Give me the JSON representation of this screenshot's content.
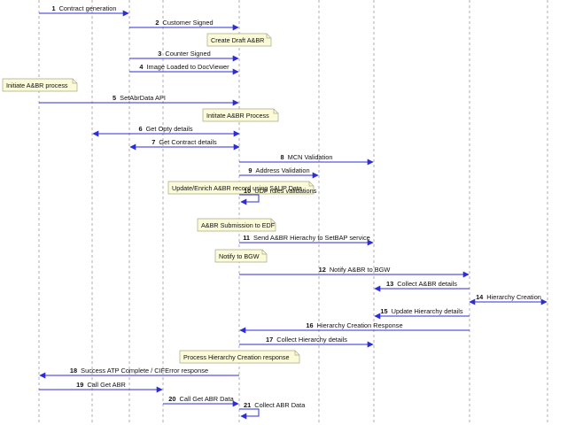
{
  "diagram": {
    "colors": {
      "lifeline": "#9a9a9a",
      "arrow": "#2d2dd8",
      "note_fill": "#fbfbd9",
      "note_border": "#a8a886",
      "text": "#111111"
    },
    "messages": [
      {
        "num": "1",
        "text": "Contract generation"
      },
      {
        "num": "2",
        "text": "Customer Signed"
      },
      {
        "num": "3",
        "text": "Counter Signed"
      },
      {
        "num": "4",
        "text": "Image Loaded to DocViewer"
      },
      {
        "num": "5",
        "text": "SetAbrData API"
      },
      {
        "num": "6",
        "text": "Get Opty details"
      },
      {
        "num": "7",
        "text": "Get Contract details"
      },
      {
        "num": "8",
        "text": "MCN Validation"
      },
      {
        "num": "9",
        "text": "Address Validation"
      },
      {
        "num": "10",
        "text": "UDF rules validations"
      },
      {
        "num": "11",
        "text": "Send A&BR Hierachy to SetBAP service"
      },
      {
        "num": "12",
        "text": "Notify A&BR to BGW"
      },
      {
        "num": "13",
        "text": "Collect A&BR details"
      },
      {
        "num": "14",
        "text": "Hierarchy Creation"
      },
      {
        "num": "15",
        "text": "Update Hierarchy details"
      },
      {
        "num": "16",
        "text": "Hierarchy Creation Response"
      },
      {
        "num": "17",
        "text": "Collect Hierarchy details"
      },
      {
        "num": "18",
        "text": "Success ATP Complete  / CIFError response"
      },
      {
        "num": "19",
        "text": "Call Get ABR"
      },
      {
        "num": "20",
        "text": "Call Get ABR  Data"
      },
      {
        "num": "21",
        "text": "Collect ABR Data"
      }
    ],
    "notes": [
      {
        "text": "Create Draft A&BR"
      },
      {
        "text": "Initiate A&BR process"
      },
      {
        "text": "Intitate A&BR Process"
      },
      {
        "text": "Update/Enrich A&BR record using SAUP Data"
      },
      {
        "text": "A&BR Submission to EDF"
      },
      {
        "text": "Notify to BGW"
      },
      {
        "text": "Process Hierarchy Creation response"
      }
    ]
  }
}
